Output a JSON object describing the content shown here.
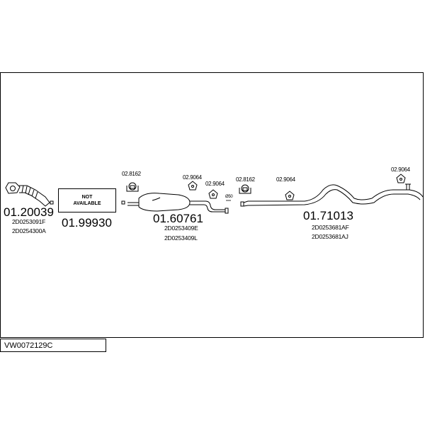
{
  "diagram": {
    "reference": "VW0072129C",
    "parts": [
      {
        "id": "front-pipe",
        "number": "01.20039",
        "oem": [
          "2D0253091F",
          "2D0254300A"
        ]
      },
      {
        "id": "not-available",
        "number": "01.99930",
        "box_lines": [
          "NOT",
          "AVAILABLE"
        ]
      },
      {
        "id": "middle-silencer",
        "number": "01.60761",
        "oem": [
          "2D0253409E",
          "2D0253409L"
        ]
      },
      {
        "id": "rear-pipe",
        "number": "01.71013",
        "oem": [
          "2D0253681AF",
          "2D0253681AJ"
        ]
      }
    ],
    "accessories": [
      {
        "id": "clamp-1",
        "number": "02.8162"
      },
      {
        "id": "hanger-1",
        "number": "02.9064"
      },
      {
        "id": "hanger-2",
        "number": "02.9064"
      },
      {
        "id": "clamp-2",
        "number": "02.8162"
      },
      {
        "id": "hanger-3",
        "number": "02.9064"
      },
      {
        "id": "hanger-4",
        "number": "02.9064"
      }
    ],
    "diameter_label": "Ø50"
  }
}
